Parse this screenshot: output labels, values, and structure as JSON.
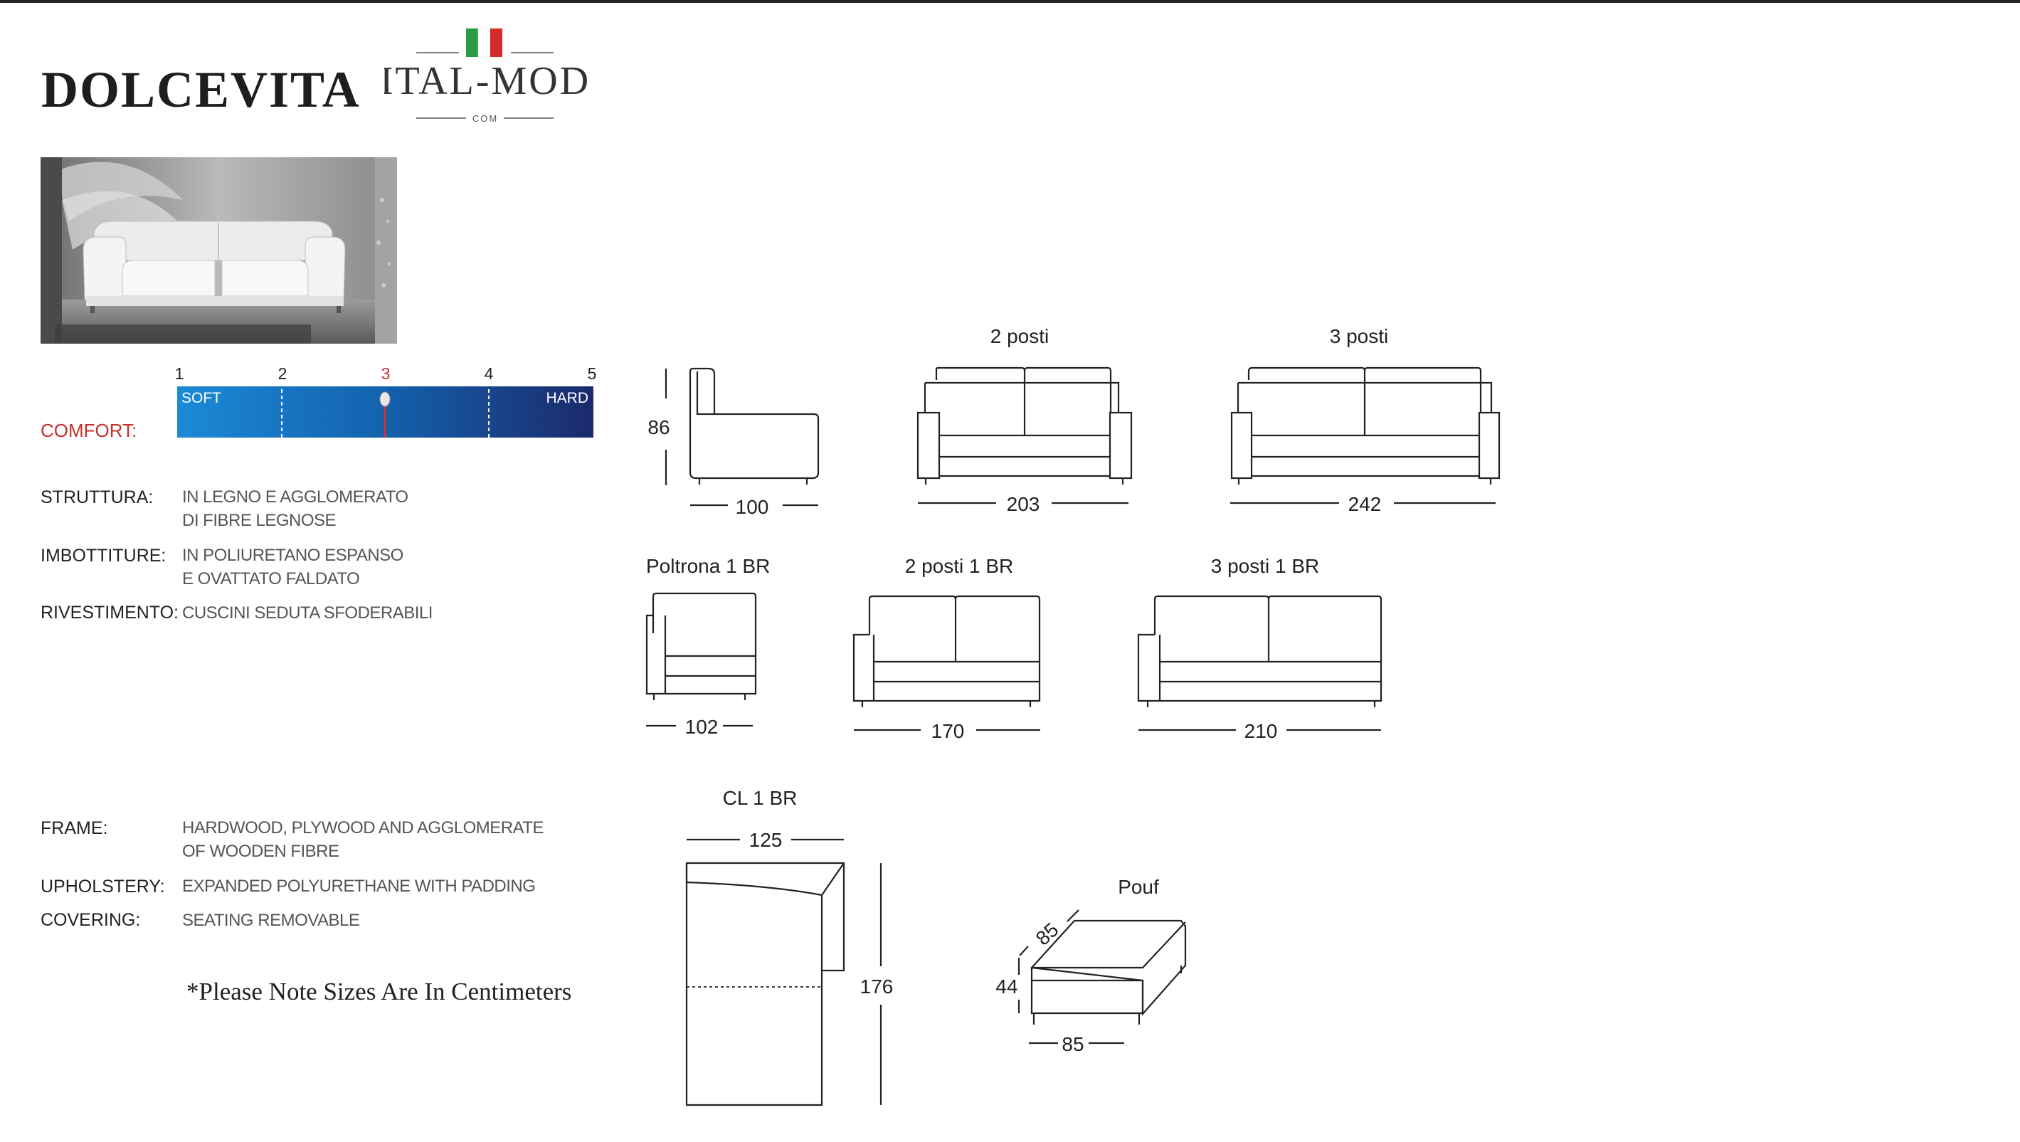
{
  "header": {
    "title": "DOLCEVITA",
    "brand": {
      "name": "ITAL-MOD",
      "suffix": "COM"
    }
  },
  "comfort": {
    "label": "COMFORT:",
    "scale_numbers": [
      "1",
      "2",
      "3",
      "4",
      "5"
    ],
    "selected_level": 3,
    "soft_label": "SOFT",
    "hard_label": "HARD"
  },
  "specs_it": [
    {
      "label": "STRUTTURA:",
      "lines": [
        "IN LEGNO E AGGLOMERATO",
        "DI FIBRE LEGNOSE"
      ]
    },
    {
      "label": "IMBOTTITURE:",
      "lines": [
        "IN POLIURETANO ESPANSO",
        "E OVATTATO FALDATO"
      ]
    },
    {
      "label": "RIVESTIMENTO:",
      "lines": [
        "CUSCINI SEDUTA SFODERABILI"
      ]
    }
  ],
  "specs_en": [
    {
      "label": "FRAME:",
      "lines": [
        "HARDWOOD, PLYWOOD AND AGGLOMERATE",
        "OF WOODEN FIBRE"
      ]
    },
    {
      "label": "UPHOLSTERY:",
      "lines": [
        "EXPANDED POLYURETHANE WITH PADDING"
      ]
    },
    {
      "label": "COVERING:",
      "lines": [
        "SEATING REMOVABLE"
      ]
    }
  ],
  "note": "*Please Note Sizes Are In Centimeters",
  "drawings": {
    "armchair": {
      "height": "86",
      "width": "100"
    },
    "two_seat": {
      "title": "2 posti",
      "width": "203"
    },
    "three_seat": {
      "title": "3 posti",
      "width": "242"
    },
    "poltrona_1br": {
      "title": "Poltrona 1 BR",
      "width": "102"
    },
    "two_seat_1br": {
      "title": "2 posti 1 BR",
      "width": "170"
    },
    "three_seat_1br": {
      "title": "3 posti 1 BR",
      "width": "210"
    },
    "cl_1br": {
      "title": "CL 1 BR",
      "width": "125",
      "depth": "176"
    },
    "pouf": {
      "title": "Pouf",
      "depth": "85",
      "height": "44",
      "width": "85"
    }
  },
  "colors": {
    "accent_red": "#c4302b",
    "bar_dark": "#1b2a6b",
    "bar_light": "#1b7fcf"
  }
}
